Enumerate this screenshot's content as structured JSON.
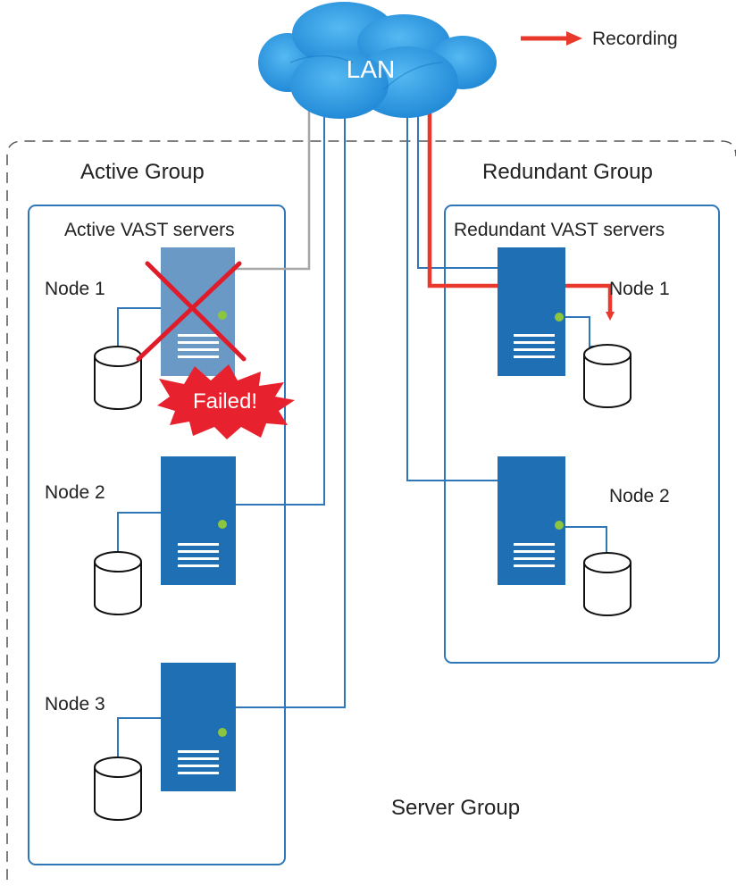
{
  "lan": {
    "label": "LAN"
  },
  "legend": {
    "recording_label": "Recording"
  },
  "server_group": {
    "label": "Server Group"
  },
  "active_group": {
    "label": "Active Group",
    "servers_label": "Active VAST servers",
    "nodes": [
      {
        "label": "Node 1",
        "status": "Failed!"
      },
      {
        "label": "Node 2"
      },
      {
        "label": "Node 3"
      }
    ]
  },
  "redundant_group": {
    "label": "Redundant Group",
    "servers_label": "Redundant VAST servers",
    "nodes": [
      {
        "label": "Node 1"
      },
      {
        "label": "Node 2"
      }
    ]
  },
  "colors": {
    "server": "#1f6fb5",
    "server_failed": "#6b99c6",
    "link": "#2f77b8",
    "link_failed": "#a6a6a6",
    "recording": "#e8392c",
    "cloud": "#1e88d6",
    "led": "#8cc63f",
    "cross": "#e01b2a",
    "burst": "#e8212e"
  }
}
